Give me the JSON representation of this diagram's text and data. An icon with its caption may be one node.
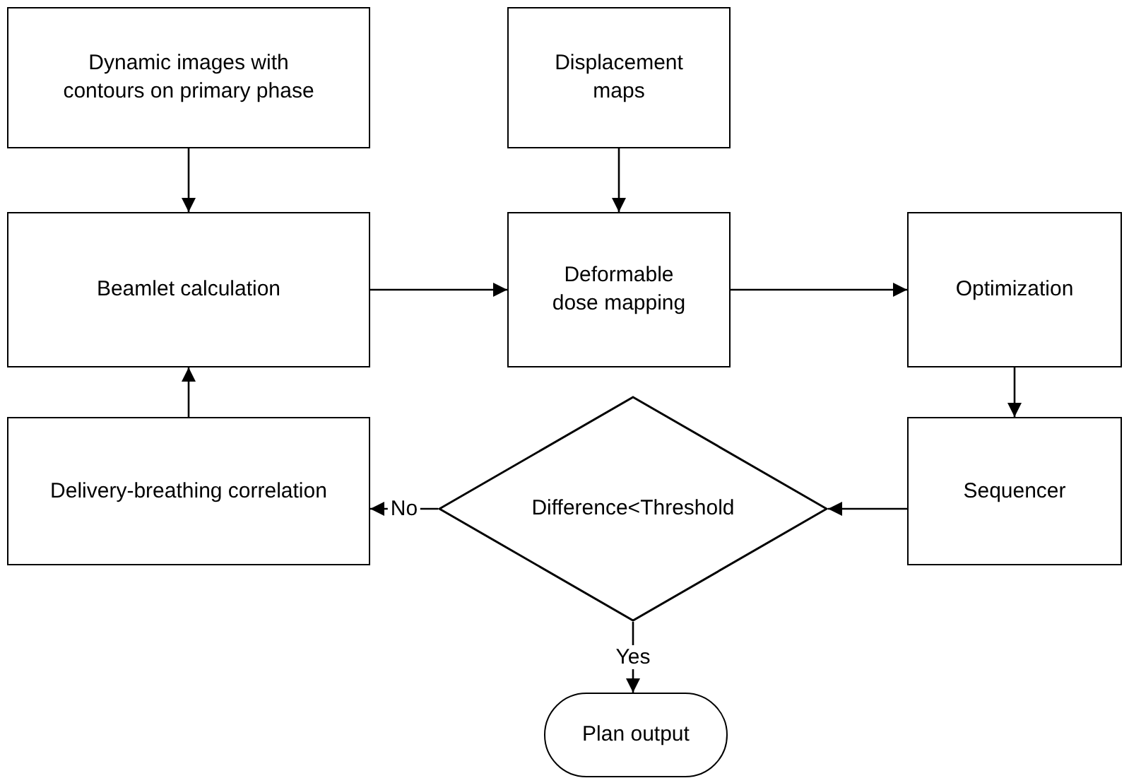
{
  "diagram": {
    "nodes": [
      {
        "text": [
          "Dynamic images with contours on primary phase"
        ]
      },
      {
        "text": [
          "Displacement maps"
        ]
      },
      {
        "text": [
          "Beamlet calculation"
        ]
      },
      {
        "text": [
          "Deformable dose mapping"
        ]
      },
      {
        "text": [
          "Optimization"
        ]
      },
      {
        "text": [
          "Delivery-breathing correlation"
        ]
      },
      {
        "text": [
          "Difference<Threshold"
        ]
      },
      {
        "text": [
          "Sequencer"
        ]
      },
      {
        "text": [
          "Plan output"
        ]
      }
    ],
    "edges": [
      {
        "from": 0,
        "to": 2,
        "arrow": "to"
      },
      {
        "from": 1,
        "to": 3,
        "arrow": "to"
      },
      {
        "from": 2,
        "to": 3,
        "arrow": "to"
      },
      {
        "from": 3,
        "to": 4,
        "arrow": "to"
      },
      {
        "from": 4,
        "to": 7,
        "arrow": "to"
      },
      {
        "from": 7,
        "to": 6,
        "arrow": "to"
      },
      {
        "from": 6,
        "to": 5,
        "arrow": "to",
        "label": "No"
      },
      {
        "from": 6,
        "to": 8,
        "arrow": "to",
        "label": "Yes"
      },
      {
        "from": 5,
        "to": 2,
        "arrow": "to"
      }
    ]
  }
}
